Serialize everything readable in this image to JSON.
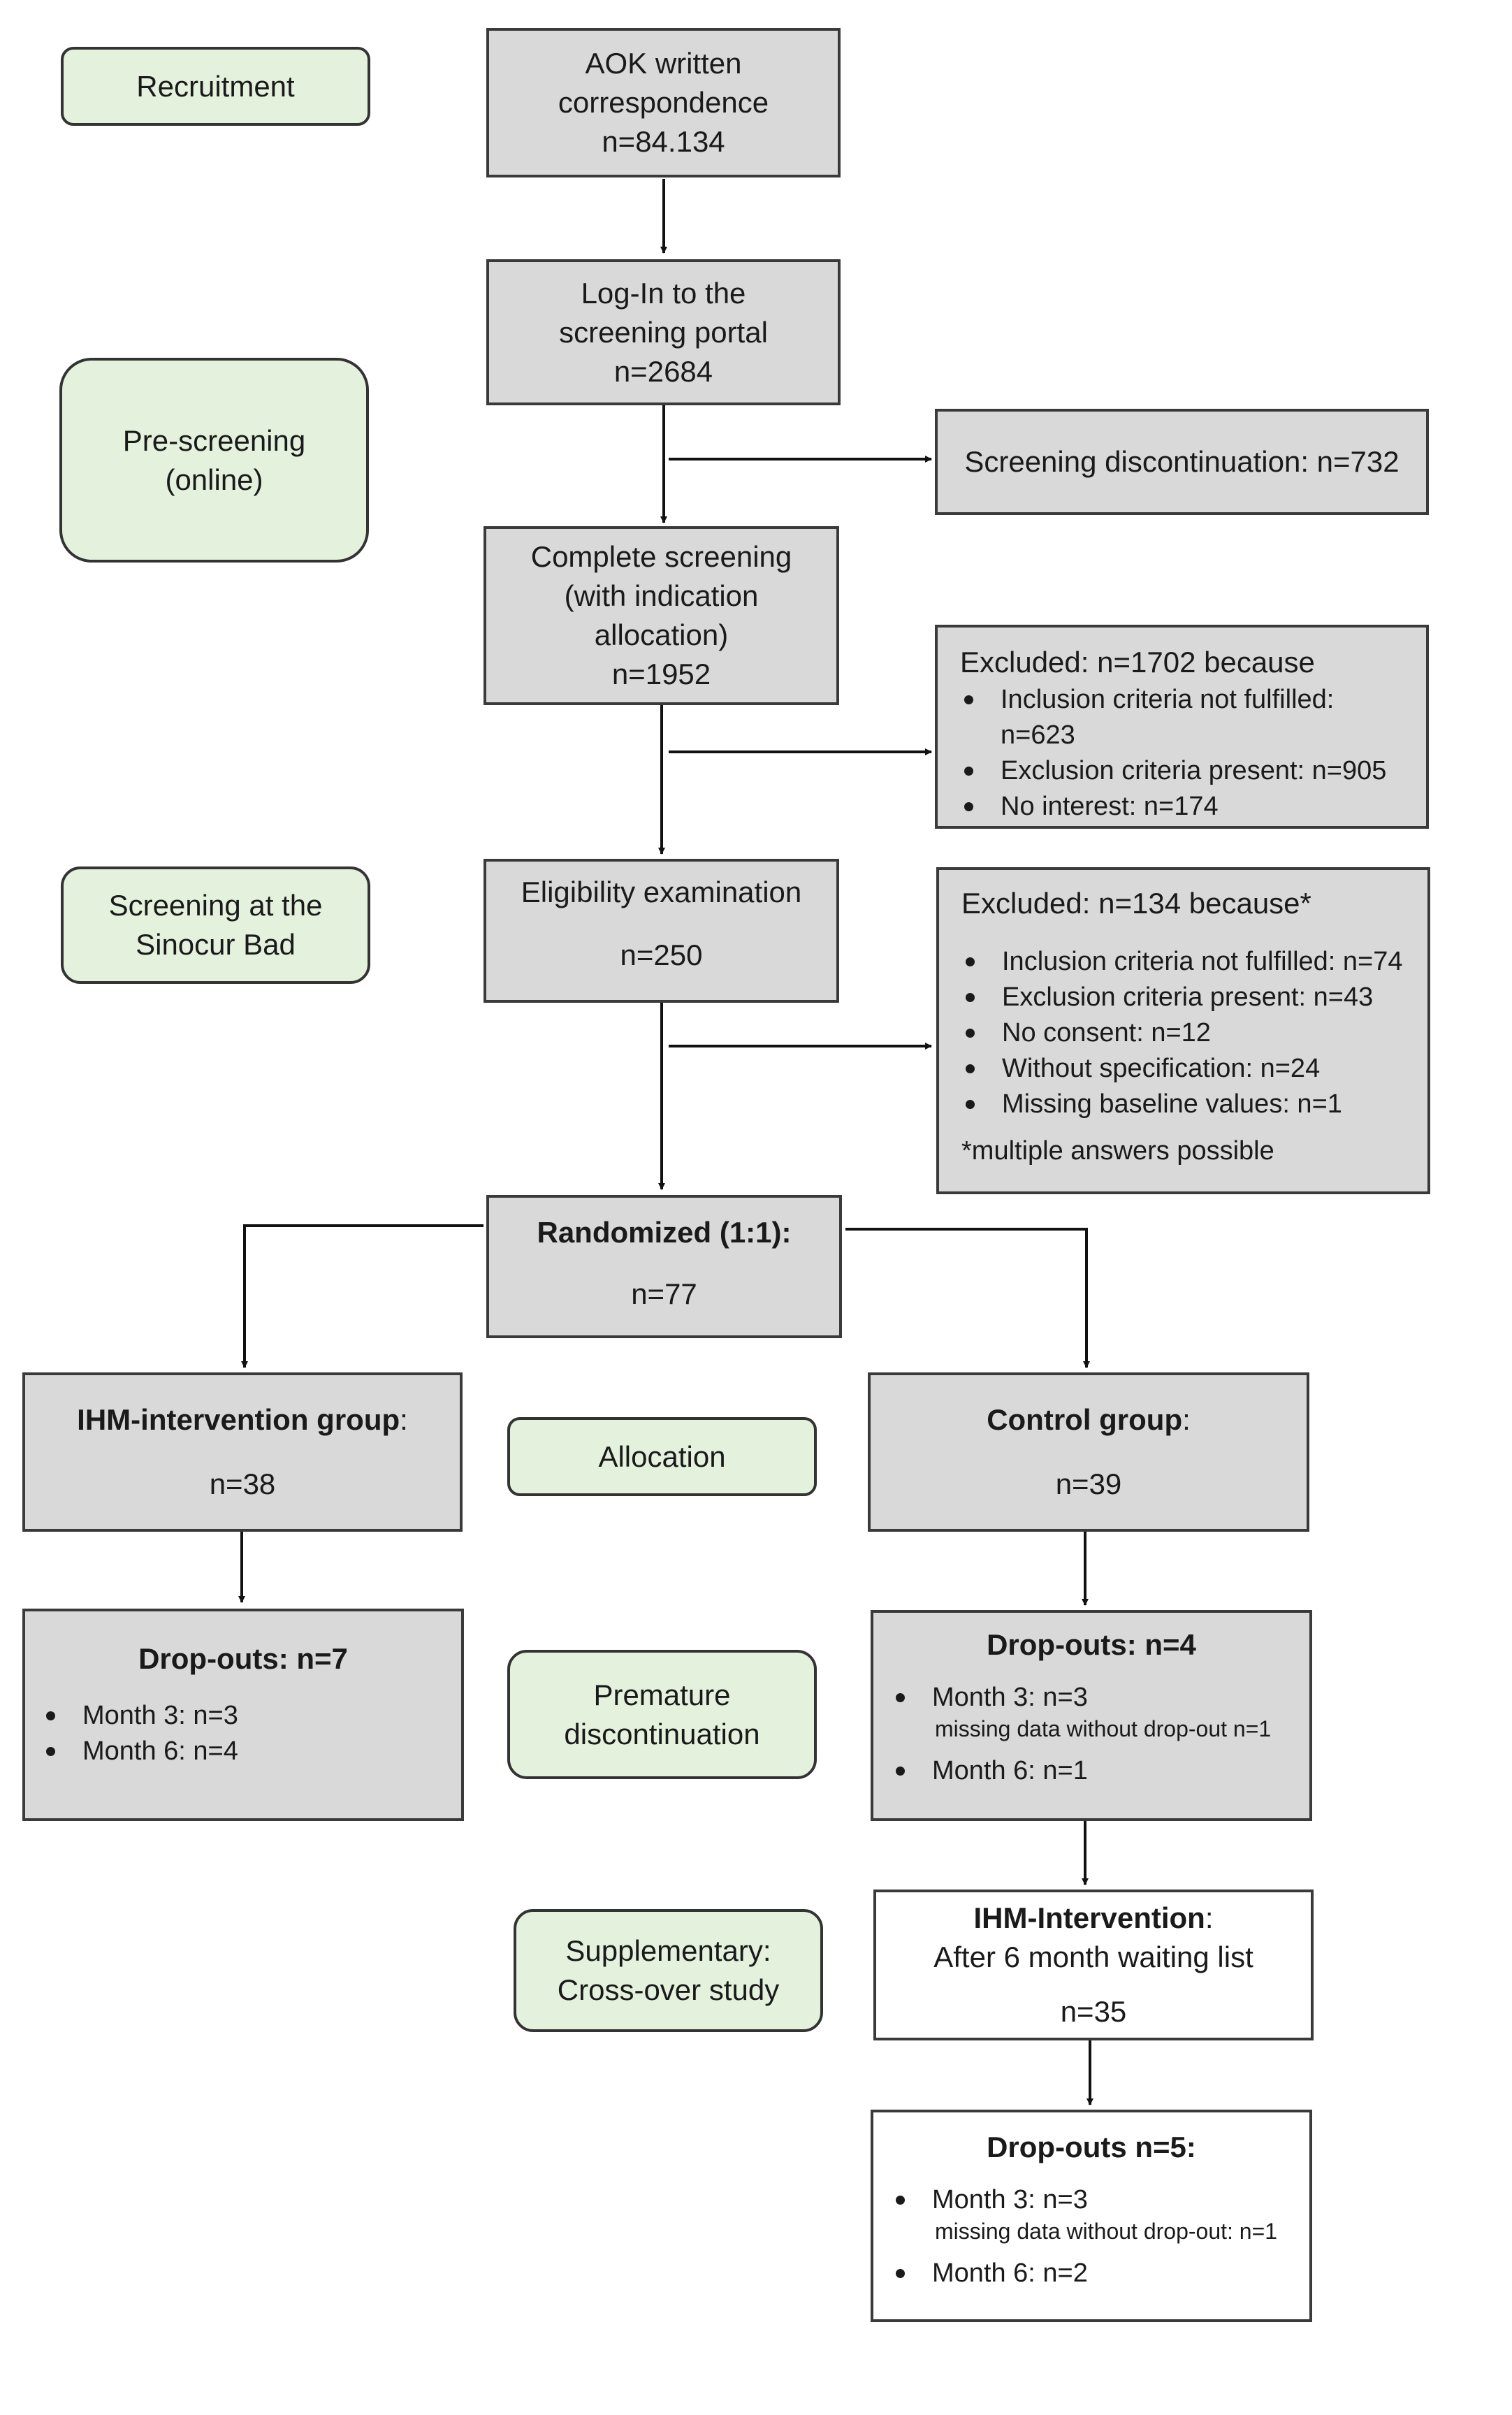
{
  "stages": {
    "recruitment": "Recruitment",
    "prescreening_line1": "Pre-screening",
    "prescreening_line2": "(online)",
    "screening_line1": "Screening at the",
    "screening_line2": "Sinocur Bad",
    "allocation": "Allocation",
    "premature_line1": "Premature",
    "premature_line2": "discontinuation",
    "supplementary_line1": "Supplementary:",
    "supplementary_line2": "Cross-over study"
  },
  "flow": {
    "aok": {
      "line1": "AOK written",
      "line2": "correspondence",
      "n": "n=84.134"
    },
    "login": {
      "line1": "Log-In to the",
      "line2": "screening portal",
      "n": "n=2684"
    },
    "discontinuation": "Screening discontinuation: n=732",
    "complete": {
      "line1": "Complete screening",
      "line2": "(with indication",
      "line3": "allocation)",
      "n": "n=1952"
    },
    "excluded1": {
      "title": "Excluded: n=1702 because",
      "items": [
        "Inclusion criteria not fulfilled: n=623",
        "Exclusion criteria present: n=905",
        "No interest: n=174"
      ]
    },
    "eligibility": {
      "title": "Eligibility examination",
      "n": "n=250"
    },
    "excluded2": {
      "title": "Excluded: n=134 because*",
      "items": [
        "Inclusion criteria not fulfilled: n=74",
        "Exclusion criteria present: n=43",
        "No consent: n=12",
        "Without specification: n=24",
        "Missing baseline values: n=1"
      ],
      "note": "*multiple answers possible"
    },
    "randomized": {
      "title": "Randomized (1:1):",
      "n": "n=77"
    },
    "ihm_group": {
      "title": "IHM-intervention group",
      "suffix": ":",
      "n": "n=38"
    },
    "control_group": {
      "title": "Control group",
      "suffix": ":",
      "n": "n=39"
    },
    "dropouts_ihm": {
      "title": "Drop-outs: n=7",
      "items": [
        "Month 3: n=3",
        "Month 6: n=4"
      ]
    },
    "dropouts_control": {
      "title": "Drop-outs: n=4",
      "item1": "Month 3: n=3",
      "item1_sub": "missing data without drop-out n=1",
      "item2": "Month 6: n=1"
    },
    "ihm_intervention": {
      "title": "IHM-Intervention",
      "suffix": ":",
      "line2": "After 6 month waiting list",
      "n": "n=35"
    },
    "dropouts_final": {
      "title": "Drop-outs n=5:",
      "item1": "Month 3: n=3",
      "item1_sub": "missing data without drop-out: n=1",
      "item2": "Month 6: n=2"
    }
  }
}
